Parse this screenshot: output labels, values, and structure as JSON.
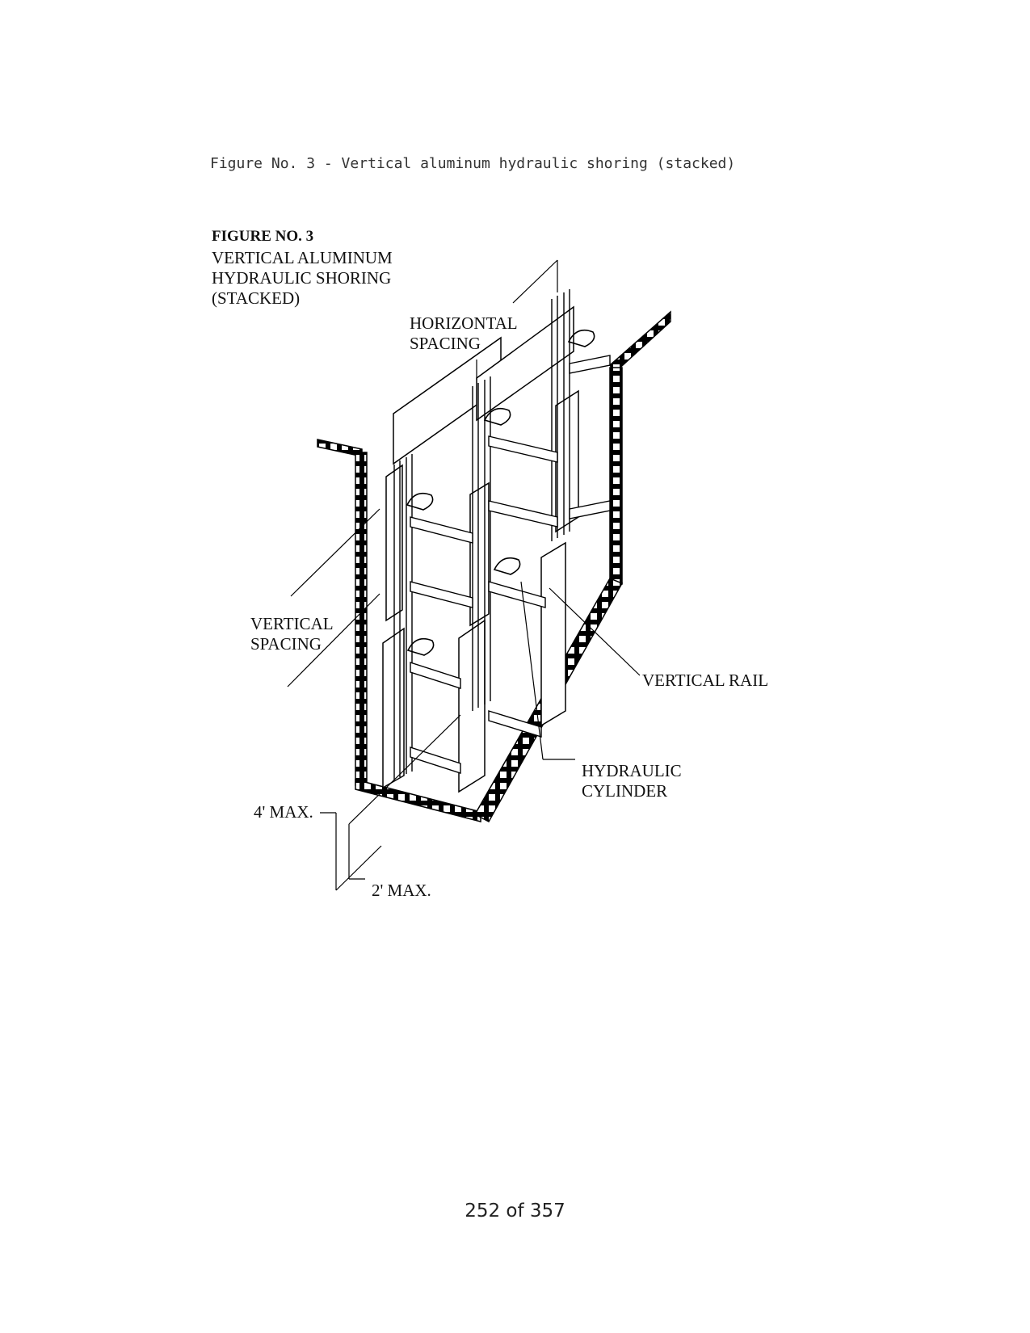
{
  "caption": "Figure No. 3 - Vertical aluminum hydraulic shoring (stacked)",
  "figure": {
    "title": "FIGURE NO. 3",
    "subtitle_lines": [
      "VERTICAL ALUMINUM",
      "HYDRAULIC SHORING",
      "(STACKED)"
    ]
  },
  "labels": {
    "horizontal_spacing": [
      "HORIZONTAL",
      "SPACING"
    ],
    "vertical_spacing": [
      "VERTICAL",
      "SPACING"
    ],
    "vertical_rail": "VERTICAL RAIL",
    "hydraulic_cylinder": [
      "HYDRAULIC",
      "CYLINDER"
    ],
    "four_max": "4' MAX.",
    "two_max": "2' MAX."
  },
  "footer": "252 of 357"
}
